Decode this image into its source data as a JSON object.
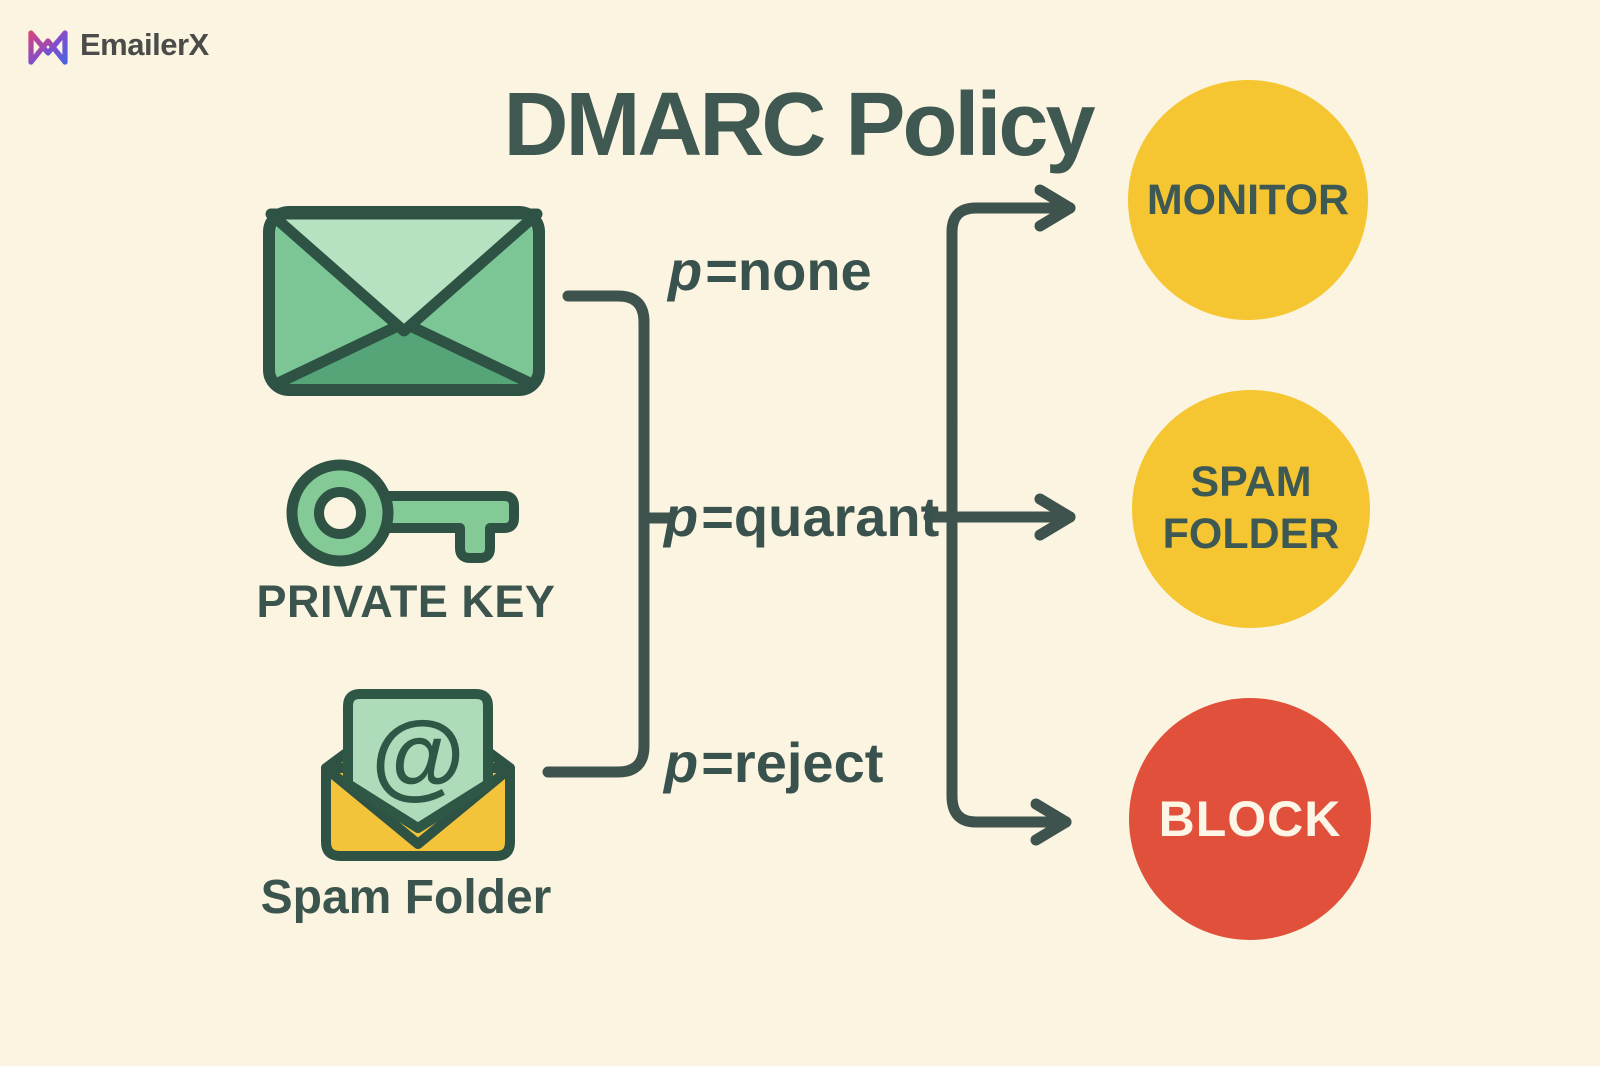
{
  "logo": {
    "brand": "EmailerX"
  },
  "title": "DMARC Policy",
  "sources": {
    "email": {
      "icon": "envelope-icon"
    },
    "private_key": {
      "icon": "key-icon",
      "label": "PRIVATE KEY"
    },
    "spam_folder": {
      "icon": "open-envelope-at-icon",
      "label": "Spam Folder"
    }
  },
  "policies": [
    {
      "prefix": "p",
      "suffix": "=none"
    },
    {
      "prefix": "p",
      "suffix": "=quarant"
    },
    {
      "prefix": "p",
      "suffix": "=reject"
    }
  ],
  "outcomes": [
    {
      "label": "MONITOR",
      "color": "#f6c632",
      "text_color": "#3e5954"
    },
    {
      "label": "SPAM FOLDER",
      "color": "#f6c632",
      "text_color": "#3e5954"
    },
    {
      "label": "BLOCK",
      "color": "#e1503a",
      "text_color": "#fdf6e7"
    }
  ],
  "colors": {
    "background": "#faf4e0",
    "line": "#3f534e",
    "title_text": "#3f5852",
    "envelope_light": "#b7e2c2",
    "envelope_mid": "#7cc695",
    "envelope_dark": "#55a578",
    "icon_outline": "#2e5244",
    "key_fill": "#84ca96",
    "spam_envelope_yellow": "#f3c33a",
    "spam_flap_olive": "#c8a24b",
    "letter_green": "#aedbba",
    "logo_gradient_start": "#d6437f",
    "logo_gradient_end": "#4b63e0"
  }
}
